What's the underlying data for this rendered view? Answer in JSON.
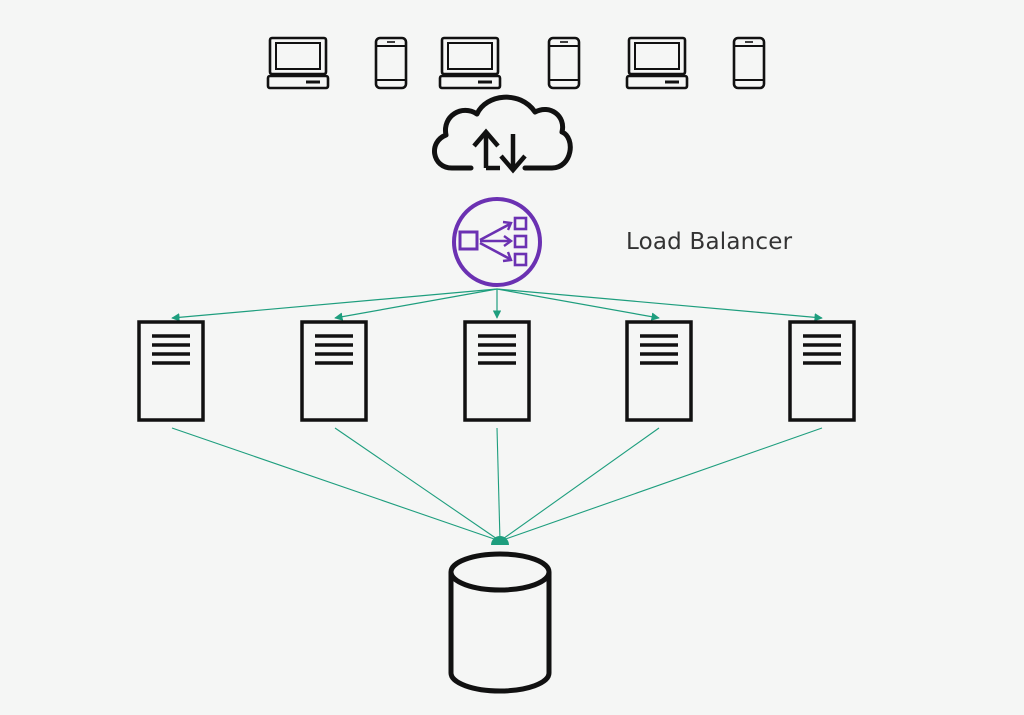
{
  "diagram": {
    "load_balancer_label": "Load Balancer",
    "clients": [
      "laptop",
      "phone",
      "laptop",
      "phone",
      "laptop",
      "phone"
    ],
    "internet_icon": "cloud-upload-download-icon",
    "load_balancer_icon": "load-balancer-icon",
    "server_count": 5,
    "database_icon": "database-icon",
    "colors": {
      "connector": "#1e9e7e",
      "load_balancer": "#6b31b2",
      "outline": "#111111",
      "background": "#f5f6f5"
    }
  }
}
